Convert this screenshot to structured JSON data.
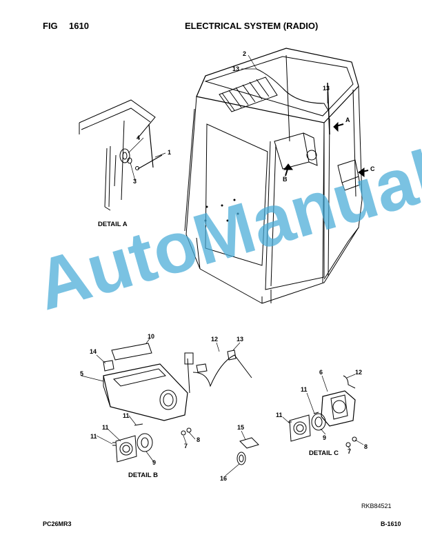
{
  "header": {
    "fig_label": "FIG",
    "fig_number": "1610",
    "title": "ELECTRICAL SYSTEM (RADIO)"
  },
  "footer": {
    "model": "PC26MR3",
    "page": "B-1610"
  },
  "drawing_ref": "RKB84521",
  "watermark": "AutoManual",
  "detail_labels": {
    "a": "DETAIL A",
    "b": "DETAIL B",
    "c": "DETAIL C"
  },
  "view_markers": {
    "a": "A",
    "b": "B",
    "c": "C"
  },
  "callouts": {
    "c2": "2",
    "c13_top": "13",
    "c13_mast": "13",
    "c1": "1",
    "c4": "4",
    "c3": "3",
    "c10": "10",
    "c14": "14",
    "c5": "5",
    "c12_harness": "12",
    "c13_harness": "13",
    "c11_b1": "11",
    "c11_b2": "11",
    "c11_b3": "11",
    "c8_b": "8",
    "c7_b": "7",
    "c9_b": "9",
    "c15": "15",
    "c16": "16",
    "c6": "6",
    "c12_c": "12",
    "c11_c1": "11",
    "c11_c2": "11",
    "c9_c": "9",
    "c7_c": "7",
    "c8_c": "8"
  },
  "colors": {
    "watermark": "#46aad7",
    "line": "#000000"
  }
}
